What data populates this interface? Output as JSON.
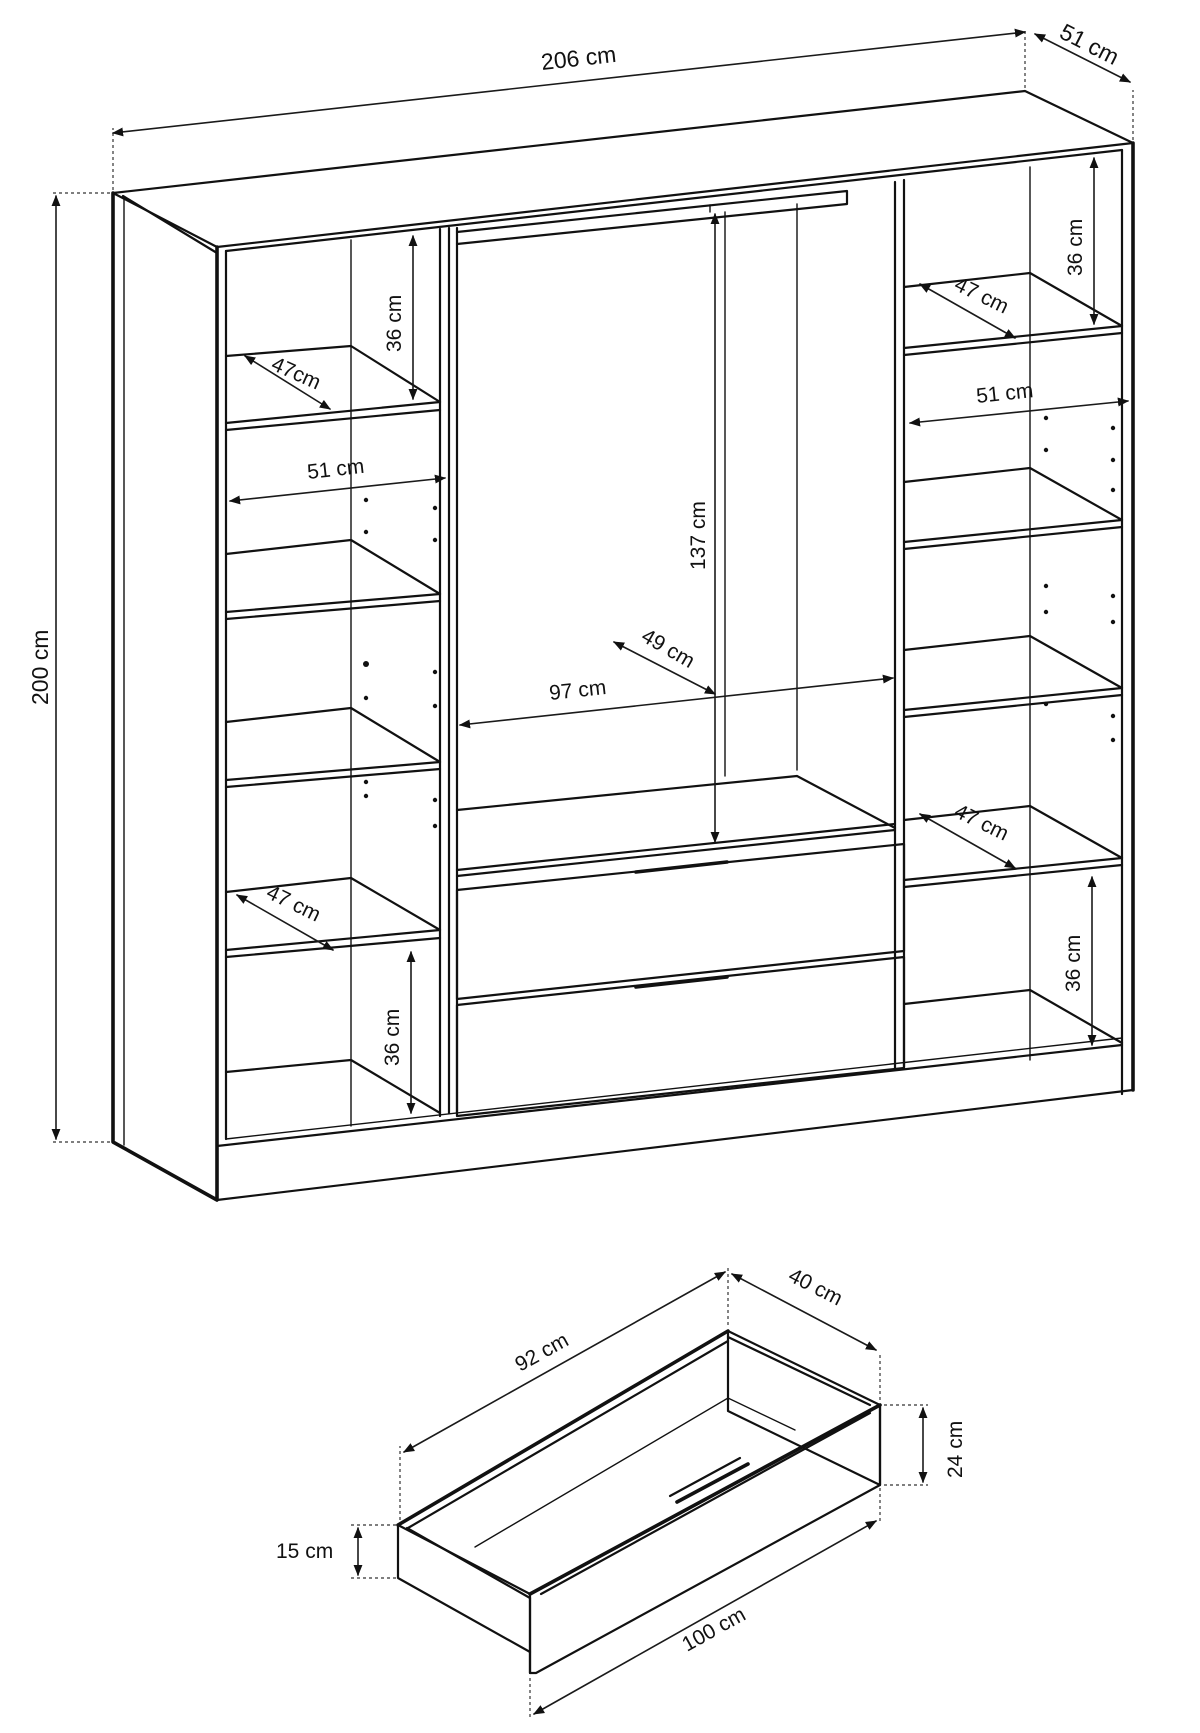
{
  "wardrobe": {
    "width_label": "206 cm",
    "depth_label": "51 cm",
    "height_label": "200 cm",
    "left_top_shelf_gap_label": "36 cm",
    "left_top_shelf_depth_label": "47cm",
    "left_inner_width_label": "51 cm",
    "left_lower_shelf_depth_label": "47 cm",
    "left_bottom_gap_label": "36 cm",
    "center_height_label": "137 cm",
    "center_depth_label": "49 cm",
    "center_width_label": "97 cm",
    "right_top_gap_label": "36 cm",
    "right_top_shelf_depth_label": "47 cm",
    "right_inner_width_label": "51 cm",
    "right_lower_shelf_depth_label": "47 cm",
    "right_bottom_gap_label": "36 cm"
  },
  "drawer": {
    "inner_length_label": "92 cm",
    "inner_depth_label": "40 cm",
    "front_height_label": "24 cm",
    "side_height_label": "15 cm",
    "front_length_label": "100 cm"
  },
  "colors": {
    "line": "#111111",
    "background": "#ffffff"
  }
}
